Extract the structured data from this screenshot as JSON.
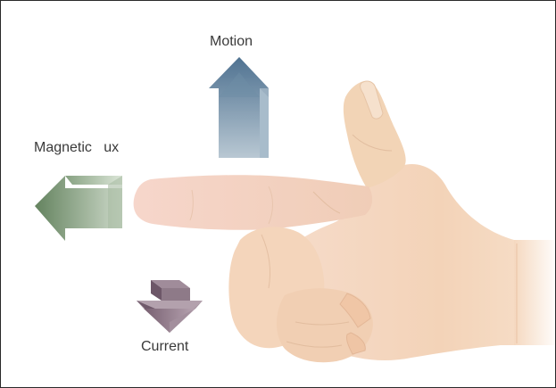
{
  "labels": {
    "motion": "Motion",
    "magnetic_flux": "Magnetic   ux",
    "current": "Current"
  },
  "colors": {
    "motion_arrow": "#5e7f99",
    "flux_arrow": "#6f8a6c",
    "current_arrow": "#8a7585",
    "skin": "#f4d6bf"
  },
  "icons": {
    "motion": "up-arrow-icon",
    "magnetic_flux": "left-arrow-icon",
    "current": "down-arrow-icon",
    "hand": "hand-illustration"
  }
}
